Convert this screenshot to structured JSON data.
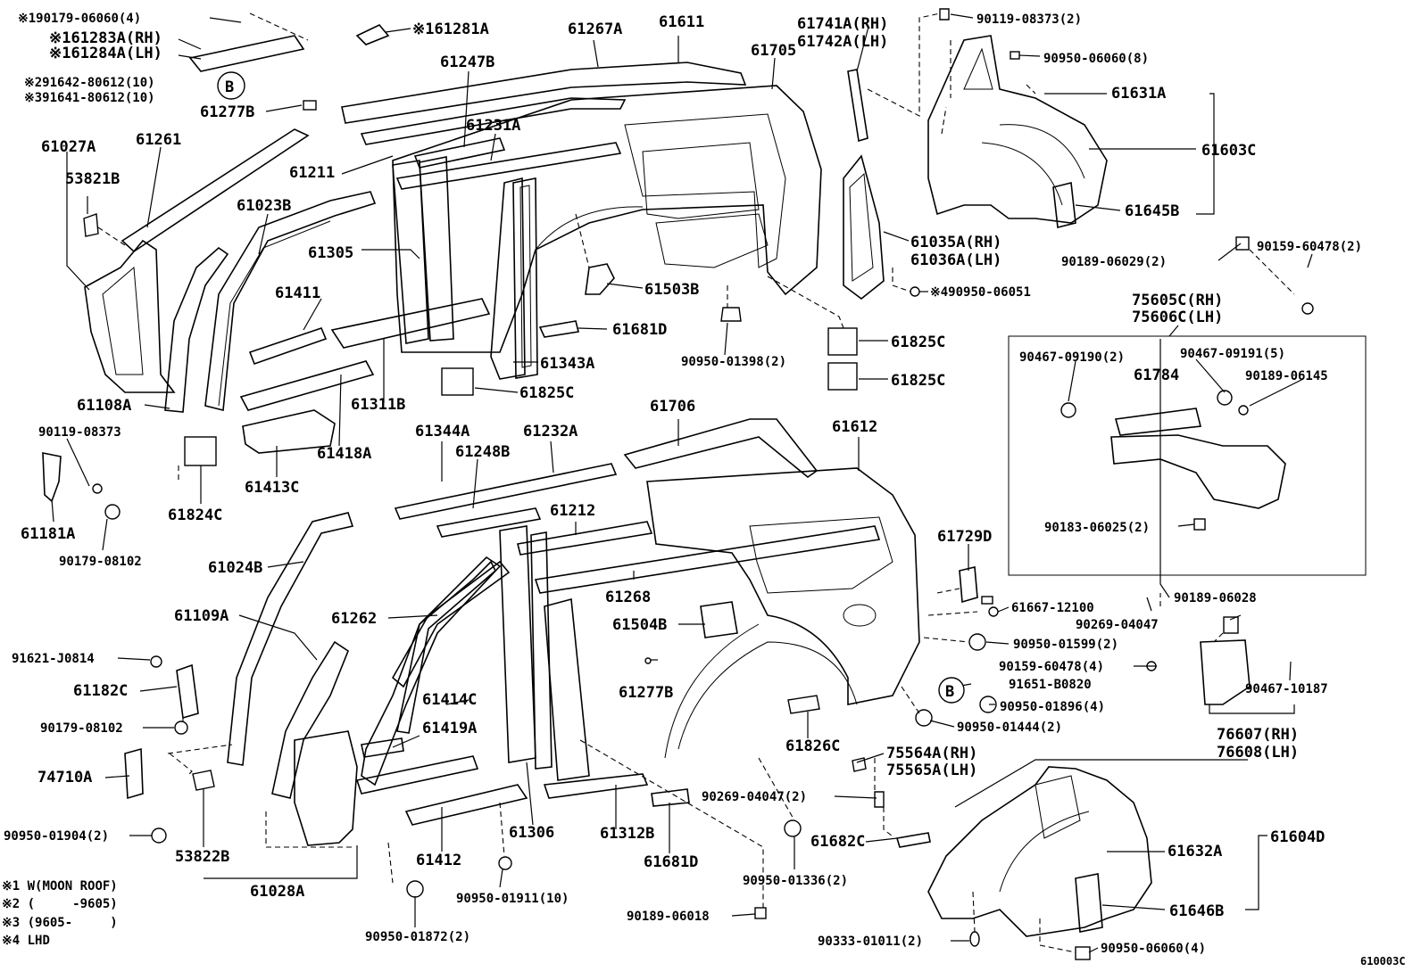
{
  "labels": {
    "l01": "※190179-06060(4)",
    "l02": "※161283A(RH)",
    "l03": "※161284A(LH)",
    "l04": "※291642-80612(10)",
    "l05": "※391641-80612(10)",
    "l06": "B",
    "l07": "61277B",
    "l08": "※161281A",
    "l09": "61267A",
    "l10": "61611",
    "l11": "61247B",
    "l12": "61705",
    "l13": "61741A(RH)",
    "l14": "61742A(LH)",
    "l15": "90119-08373(2)",
    "l16": "90950-06060(8)",
    "l17": "61631A",
    "l18": "61603C",
    "l19": "61645B",
    "l20": "61027A",
    "l21": "61261",
    "l22": "53821B",
    "l23": "61211",
    "l24": "61231A",
    "l25": "61023B",
    "l26": "61305",
    "l27": "61411",
    "l28": "61035A(RH)",
    "l29": "61036A(LH)",
    "l30": "※490950-06051",
    "l31": "61503B",
    "l32": "61681D",
    "l33": "61343A",
    "l34": "90950-01398(2)",
    "l35": "61825C",
    "l36": "61825C",
    "l37": "61825C",
    "l38": "61108A",
    "l39": "61311B",
    "l40": "61418A",
    "l41": "61413C",
    "l42": "61824C",
    "l43": "90119-08373",
    "l44": "61181A",
    "l45": "90179-08102",
    "l46": "90159-60478(2)",
    "l47": "90189-06029(2)",
    "l48": "75605C(RH)",
    "l49": "75606C(LH)",
    "l50": "90467-09190(2)",
    "l51": "90467-09191(5)",
    "l52": "61784",
    "l53": "90189-06145",
    "l54": "90183-06025(2)",
    "l55": "61344A",
    "l56": "61232A",
    "l57": "61706",
    "l58": "61612",
    "l59": "61248B",
    "l60": "61212",
    "l61": "61729D",
    "l62": "61024B",
    "l63": "61268",
    "l64": "61109A",
    "l65": "61262",
    "l66": "61504B",
    "l67": "61667-12100",
    "l68": "90189-06028",
    "l69": "90269-04047",
    "l70": "91621-J0814",
    "l71": "90950-01599(2)",
    "l72": "61182C",
    "l73": "90159-60478(4)",
    "l74": "90467-10187",
    "l75": "61277B",
    "l76": "B",
    "l77": "91651-B0820",
    "l78": "61414C",
    "l79": "90950-01896(4)",
    "l80": "90179-08102",
    "l81": "61419A",
    "l82": "90950-01444(2)",
    "l83": "76607(RH)",
    "l84": "76608(LH)",
    "l85": "61826C",
    "l86": "75564A(RH)",
    "l87": "75565A(LH)",
    "l88": "74710A",
    "l89": "90269-04047(2)",
    "l90": "90950-01904(2)",
    "l91": "61306",
    "l92": "61312B",
    "l93": "61682C",
    "l94": "61632A",
    "l95": "61604D",
    "l96": "53822B",
    "l97": "61412",
    "l98": "61681D",
    "l99": "90950-01336(2)",
    "l100": "61028A",
    "l101": "90950-01911(10)",
    "l102": "61646B",
    "l103": "90189-06018",
    "l104": "90950-01872(2)",
    "l105": "90333-01011(2)",
    "l106": "90950-06060(4)",
    "l107": "610003C"
  },
  "notes": {
    "n1": "※1 W(MOON ROOF)",
    "n2": "※2 (     -9605)",
    "n3": "※3 (9605-     )",
    "n4": "※4 LHD"
  }
}
